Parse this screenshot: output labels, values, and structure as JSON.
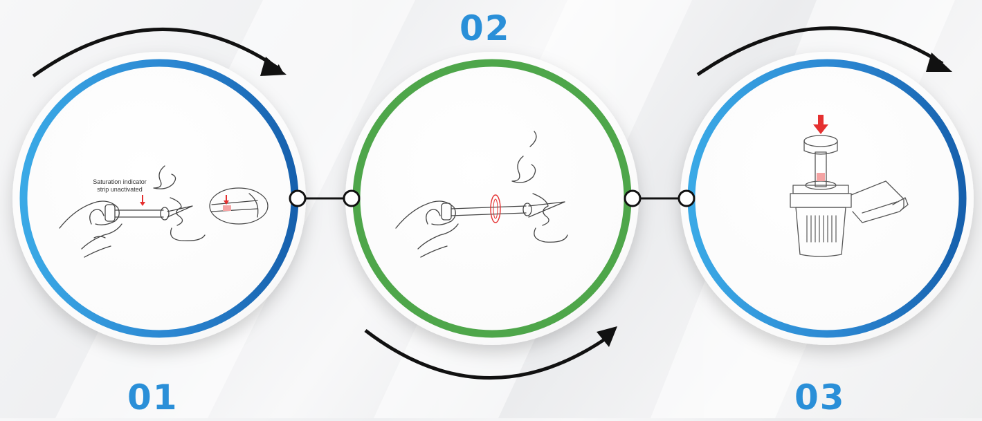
{
  "steps": [
    {
      "number": "01",
      "color": "#2a8fd8",
      "ring": "blue-gradient",
      "illustration": "nasal-swab-insertion"
    },
    {
      "number": "02",
      "color": "#2a8fd8",
      "ring": "#4ea64a",
      "illustration": "nasal-swab-rotation"
    },
    {
      "number": "03",
      "color": "#2a8fd8",
      "ring": "blue-gradient",
      "illustration": "swab-into-test-device"
    }
  ],
  "step1": {
    "annotation_line1": "Saturation indicator",
    "annotation_line2": "strip unactivated"
  },
  "colors": {
    "blue_light": "#3aa9e6",
    "blue_dark": "#1763b0",
    "green": "#4ea64a",
    "arrow": "#111111",
    "indicator_red": "#e53030"
  }
}
